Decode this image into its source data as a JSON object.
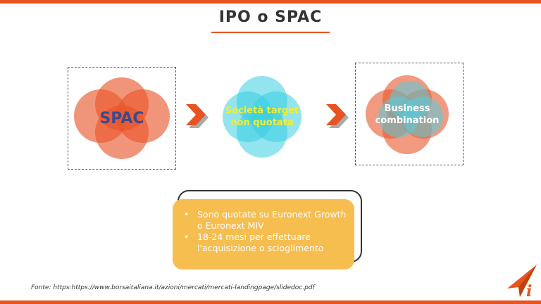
{
  "title": "IPO o SPAC",
  "steps": [
    {
      "label": "SPAC"
    },
    {
      "label": "Società target non quotata"
    },
    {
      "label": "Business combination"
    }
  ],
  "notes": [
    "Sono quotate su Euronext Growth o Euronext MIV",
    "18-24 mesi per effettuare l'acquisizione o scioglimento"
  ],
  "source": "Fonte: https:https://www.borsaitaliana.it/azioni/mercati/mercati-landingpage/slidedoc.pdf",
  "colors": {
    "accent": "#e8531f",
    "spac_circle": "#e85428",
    "target_circle": "#38cde1",
    "note_box": "#f6bd4f",
    "spac_text": "#3b4a8c",
    "target_text": "#f2ee2e"
  },
  "icons": {
    "arrow": "chevron-right-icon",
    "logo": "brand-logo-icon"
  }
}
